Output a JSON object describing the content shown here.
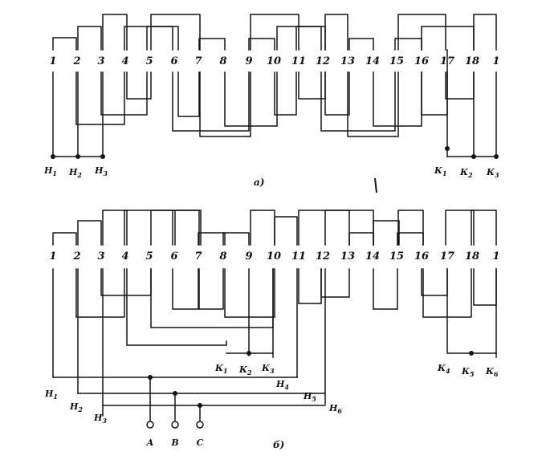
{
  "slot_numbers": [
    "1",
    "2",
    "3",
    "4",
    "5",
    "6",
    "7",
    "8",
    "9",
    "10",
    "11",
    "12",
    "13",
    "14",
    "15",
    "16",
    "17",
    "18",
    "1"
  ],
  "diagram_a": {
    "caption": "а)",
    "starts": [
      {
        "letter": "Н",
        "sub": "1"
      },
      {
        "letter": "Н",
        "sub": "2"
      },
      {
        "letter": "Н",
        "sub": "3"
      }
    ],
    "ends": [
      {
        "letter": "К",
        "sub": "1"
      },
      {
        "letter": "К",
        "sub": "2"
      },
      {
        "letter": "К",
        "sub": "3"
      }
    ]
  },
  "diagram_b": {
    "caption": "б)",
    "starts": [
      {
        "letter": "Н",
        "sub": "1"
      },
      {
        "letter": "Н",
        "sub": "2"
      },
      {
        "letter": "Н",
        "sub": "3"
      },
      {
        "letter": "Н",
        "sub": "4"
      },
      {
        "letter": "Н",
        "sub": "5"
      },
      {
        "letter": "Н",
        "sub": "6"
      }
    ],
    "ends": [
      {
        "letter": "К",
        "sub": "1"
      },
      {
        "letter": "К",
        "sub": "2"
      },
      {
        "letter": "К",
        "sub": "3"
      },
      {
        "letter": "К",
        "sub": "4"
      },
      {
        "letter": "К",
        "sub": "5"
      },
      {
        "letter": "К",
        "sub": "6"
      }
    ],
    "terminals": [
      "A",
      "B",
      "C"
    ]
  }
}
